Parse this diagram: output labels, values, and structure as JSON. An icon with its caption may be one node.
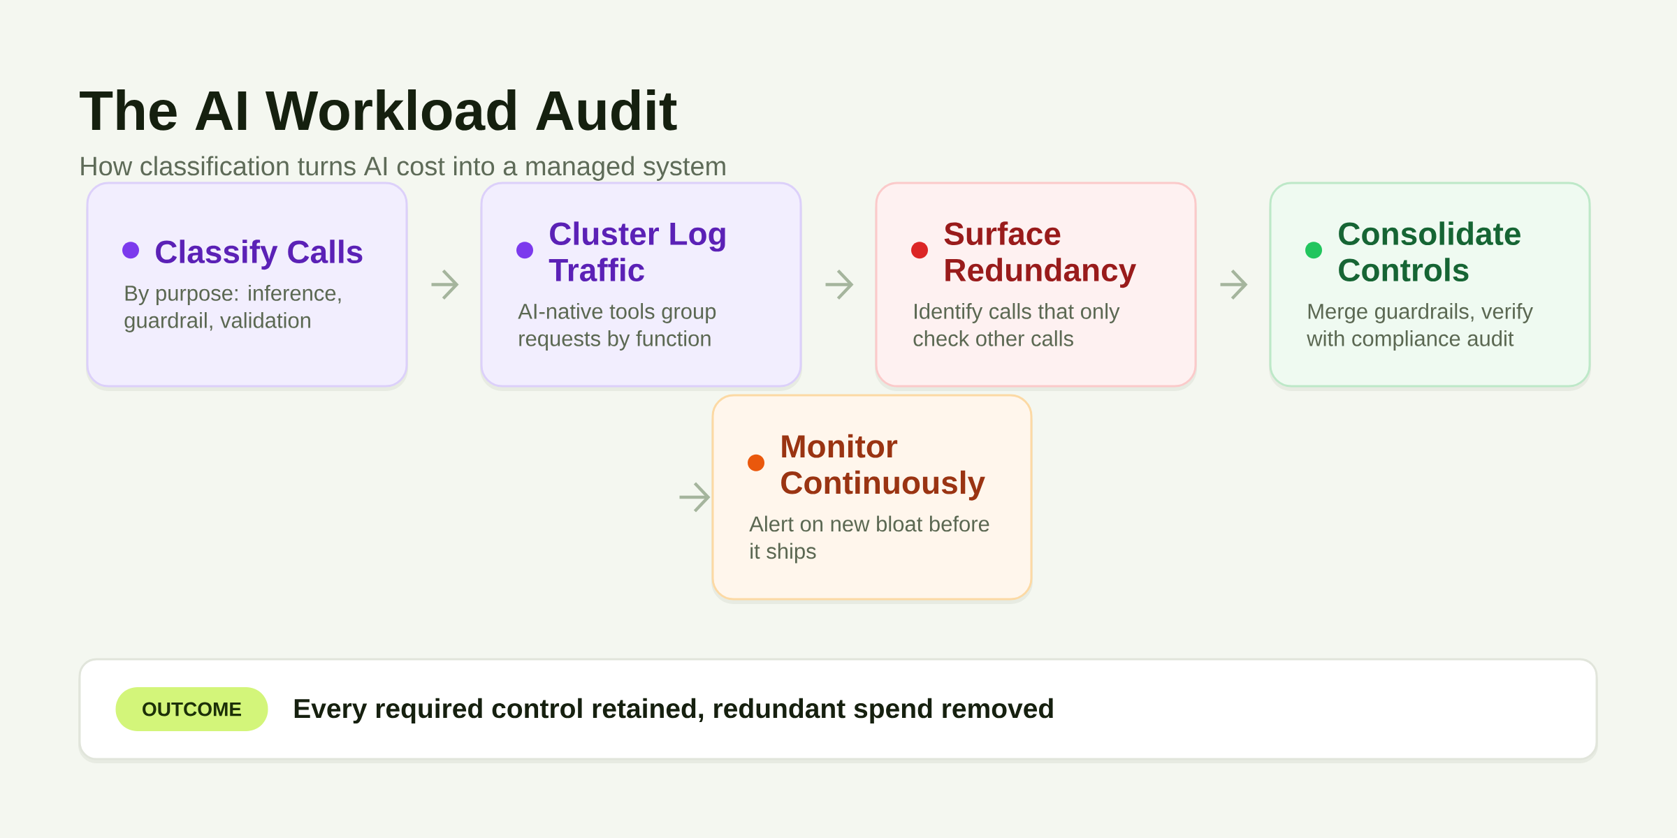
{
  "diagram": {
    "title": "The AI Workload Audit",
    "nodes": [
      {
        "text": [
          "Classify Calls",
          "By purpose: inference, guardrail, validation"
        ]
      },
      {
        "text": [
          "Cluster Log Traffic",
          "AI-native tools group requests by function"
        ]
      },
      {
        "text": [
          "Surface Redundancy",
          "Identify calls that only check other calls"
        ]
      },
      {
        "text": [
          "Consolidate Controls",
          "Merge guardrails, verify with compliance audit"
        ]
      },
      {
        "text": [
          "Monitor Continuously",
          "Alert on new bloat before it ships"
        ]
      },
      {
        "text": [
          "Every required control retained, redundant spend removed"
        ]
      },
      {
        "text": [
          "OUTCOME"
        ],
        "in": 5
      }
    ],
    "edges": [
      {
        "from": 0,
        "to": 1,
        "arrow": "to"
      },
      {
        "from": 1,
        "to": 2,
        "arrow": "to"
      },
      {
        "from": 2,
        "to": 3,
        "arrow": "to"
      },
      {
        "from": null,
        "to": 4,
        "arrow": "to"
      }
    ],
    "labels": [
      "How classification turns AI cost into a managed system"
    ]
  }
}
